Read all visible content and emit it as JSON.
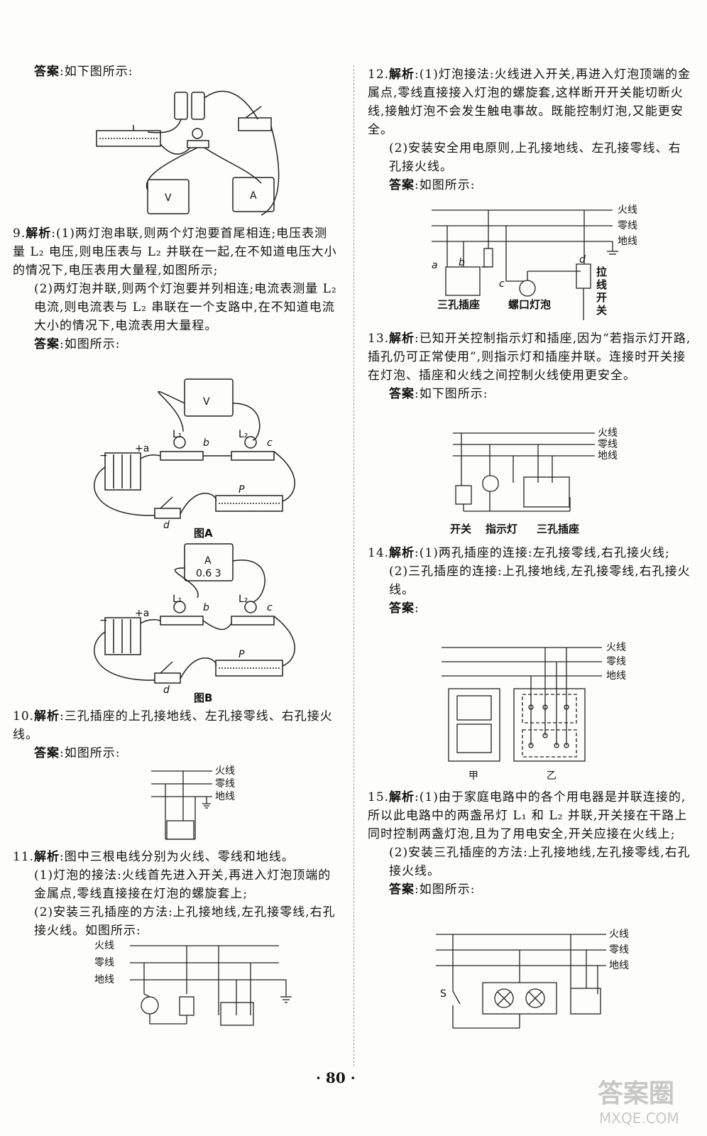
{
  "left": {
    "q8": {
      "answer_label": "答案",
      "answer_text": ":如下图所示:"
    },
    "q9": {
      "num": "9.",
      "label": "解析",
      "p1": ":(1)两灯泡串联,则两个灯泡要首尾相连;电压表测量 L₂ 电压,则电压表与 L₂ 并联在一起,在不知道电压大小的情况下,电压表用大量程,如图所示;",
      "p2": "(2)两灯泡并联,则两个灯泡要并列相连;电流表测量 L₂ 电流,则电流表与 L₂ 串联在一个支路中,在不知道电流大小的情况下,电流表用大量程。",
      "answer_label": "答案",
      "answer_text": ":如图所示:",
      "figA": {
        "caption": "图A",
        "v": "V",
        "l1": "L₁",
        "l2": "L₂",
        "b": "b",
        "c": "c",
        "a": "+a",
        "minus": "−",
        "p": "P",
        "d": "d"
      },
      "figB": {
        "caption": "图B",
        "a_meter": "A",
        "scale": "0.6 3",
        "l1": "L₁",
        "l2": "L₂",
        "b": "b",
        "c": "c",
        "a": "+a",
        "minus": "−",
        "p": "P",
        "d": "d"
      }
    },
    "q10": {
      "num": "10.",
      "label": "解析",
      "text": ":三孔插座的上孔接地线、左孔接零线、右孔接火线。",
      "answer_label": "答案",
      "answer_text": ":如图所示:",
      "fig": {
        "live": "火线",
        "neutral": "零线",
        "ground": "地线"
      }
    },
    "q11": {
      "num": "11.",
      "label": "解析",
      "text": ":图中三根电线分别为火线、零线和地线。",
      "p1": "(1)灯泡的接法:火线首先进入开关,再进入灯泡顶端的金属点,零线直接接在灯泡的螺旋套上;",
      "p2": "(2)安装三孔插座的方法:上孔接地线,左孔接零线,右孔接火线。如图所示:",
      "fig": {
        "live": "火线",
        "neutral": "零线",
        "ground": "地线"
      }
    }
  },
  "right": {
    "q12": {
      "num": "12.",
      "label": "解析",
      "p1": ":(1)灯泡接法:火线进入开关,再进入灯泡顶端的金属点,零线直接接入灯泡的螺旋套,这样断开开关能切断火线,接触灯泡不会发生触电事故。既能控制灯泡,又能更安全。",
      "p2": "(2)安装安全用电原则,上孔接地线、左孔接零线、右孔接火线。",
      "answer_label": "答案",
      "answer_text": ":如图所示:",
      "fig": {
        "live": "火线",
        "neutral": "零线",
        "ground": "地线",
        "a": "a",
        "b": "b",
        "c": "c",
        "d": "d",
        "socket": "三孔插座",
        "lamp": "螺口灯泡",
        "pull_switch": "拉线开关"
      }
    },
    "q13": {
      "num": "13.",
      "label": "解析",
      "text": ":已知开关控制指示灯和插座,因为“若指示灯开路,插孔仍可正常使用”,则指示灯和插座并联。连接时开关接在灯泡、插座和火线之间控制火线使用更安全。",
      "answer_label": "答案",
      "answer_text": ":如下图所示:",
      "fig": {
        "live": "火线",
        "neutral": "零线",
        "ground": "地线",
        "switch": "开关",
        "indicator": "指示灯",
        "socket": "三孔插座"
      }
    },
    "q14": {
      "num": "14.",
      "label": "解析",
      "p1": ":(1)两孔插座的连接:左孔接零线,右孔接火线;",
      "p2": "(2)三孔插座的连接:上孔接地线,左孔接零线,右孔接火线。",
      "answer_label": "答案",
      "answer_text": ":",
      "fig": {
        "live": "火线",
        "neutral": "零线",
        "ground": "地线",
        "jia": "甲",
        "yi": "乙"
      }
    },
    "q15": {
      "num": "15.",
      "label": "解析",
      "p1": ":(1)由于家庭电路中的各个用电器是并联连接的,所以此电路中的两盏吊灯 L₁ 和 L₂ 并联,开关接在干路上同时控制两盏灯泡,且为了用电安全,开关应接在火线上;",
      "p2": "(2)安装三孔插座的方法:上孔接地线,左孔接零线,右孔接火线。",
      "answer_label": "答案",
      "answer_text": ":如图所示:",
      "fig": {
        "live": "火线",
        "neutral": "零线",
        "ground": "地线",
        "s": "S"
      }
    }
  },
  "page_number": "· 80 ·",
  "watermark": {
    "line1": "答案圈",
    "line2": "MXQE.COM"
  }
}
